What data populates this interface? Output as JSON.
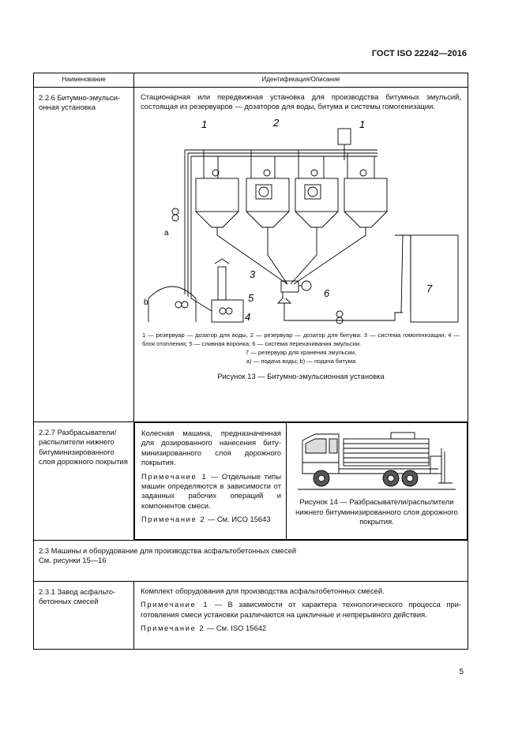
{
  "header": {
    "doc_code": "ГОСТ ISO 22242—2016"
  },
  "table_head": {
    "col1": "Наименование",
    "col2": "Идентификация/Описание"
  },
  "row_226": {
    "name": "2.2.6 Битумно-эмульси­онная установка",
    "desc": "Стационарная или передвижная установка для производства битумных эмульсий, состоящая из резервуаров — дозаторов для воды, битума и системы гомогенизации.",
    "figure_labels": {
      "n1a": "1",
      "n2": "2",
      "n1b": "1",
      "n3": "3",
      "n5": "5",
      "n6": "6",
      "n7": "7",
      "n4": "4",
      "a": "a",
      "b": "b"
    },
    "legend_line1": "1 — резервуар — дозатор для воды, 2 — резервуар — дозатор для битума: 3 — система гомогенизации; 4 — блок отопления; 5 — сливная воронка; 6 — система перекачивания эмульсии.",
    "legend_line2": "7 — резервуар для хранения эмульсии,",
    "legend_line3": "a) — подача воды; b) — подача битума",
    "caption": "Рисунок 13 — Битумно-эмульсионная установка"
  },
  "row_227": {
    "name": "2.2.7 Разбрасыватели/ распылители нижнего битуминизированного слоя дорожного покрытия",
    "desc": "Колесная машина, предназначенная для дозированного нанесения биту­минизированного слоя дорожного покрытия.",
    "note1_label": "Примечание 1",
    "note1_text": " — Отдельные типы машин определяются в зависи­мости от заданных рабочих операций и компонентов смеси.",
    "note2_label": "Примечание 2",
    "note2_text": " — См. ИСО 15643",
    "caption": "Рисунок 14 — Разбрасыватели/распыли­тели нижнего битуминизированного слоя дорожного покрытия."
  },
  "row_23": {
    "line1": "2.3 Машины и оборудование для производства асфальтобетонных смесей",
    "line2": "См. рисунки 15—16"
  },
  "row_231": {
    "name": "2.3.1 Завод асфальто­бетонных смесей",
    "desc": "Комплект оборудования для производства асфальтобетонных смесей.",
    "note1_label": "Примечание 1",
    "note1_text": " — В зависимости от характера технологического процесса при­готовления смеси установки различаются на цикличные и непрерывного действия.",
    "note2_label": "Примечание 2",
    "note2_text": " — См. ISO 15642"
  },
  "footer": {
    "page_number": "5"
  }
}
